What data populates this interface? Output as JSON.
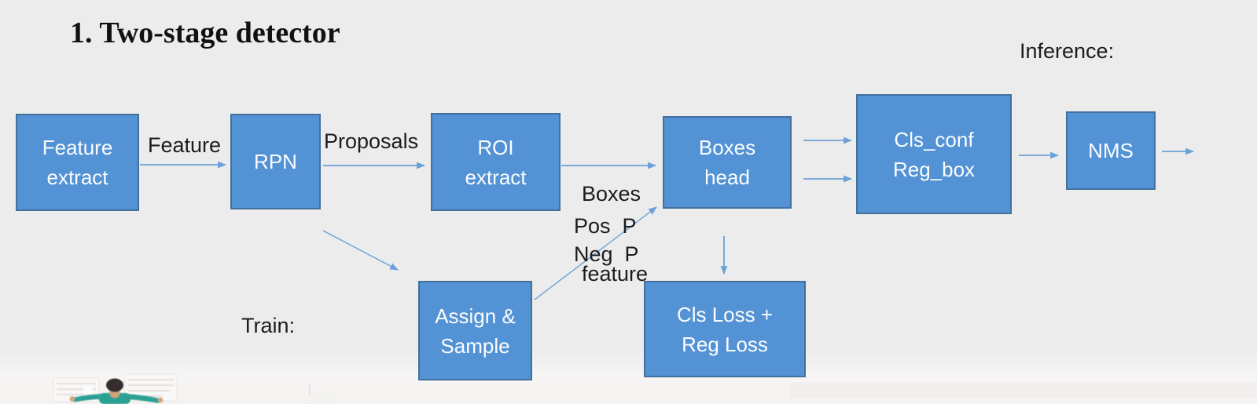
{
  "slide": {
    "title": "1. Two-stage detector",
    "mode_labels": {
      "inference": "Inference:",
      "train": "Train:"
    }
  },
  "nodes": {
    "feature_extract": {
      "line1": "Feature",
      "line2": "extract"
    },
    "rpn": {
      "line1": "RPN"
    },
    "roi_extract": {
      "line1": "ROI",
      "line2": "extract"
    },
    "boxes_head": {
      "line1": "Boxes",
      "line2": "head"
    },
    "cls_conf_reg_box": {
      "line1": "Cls_conf",
      "line2": "Reg_box"
    },
    "nms": {
      "line1": "NMS"
    },
    "assign_sample": {
      "line1": "Assign &",
      "line2": "Sample"
    },
    "cls_reg_loss": {
      "line1": "Cls Loss +",
      "line2": "Reg Loss"
    }
  },
  "edge_labels": {
    "feature": "Feature",
    "proposals": "Proposals",
    "boxes_feature_line1": "Boxes",
    "boxes_feature_line2": "feature",
    "pos_p": "Pos  P",
    "neg_p": "Neg  P"
  },
  "colors": {
    "background": "#ececec",
    "node_fill": "#5392d4",
    "node_border": "#41719c",
    "node_text": "#fbfdff",
    "arrow": "#6ba1d9",
    "label_text": "#1c1c1c",
    "presenter_shirt": "#2da096"
  }
}
